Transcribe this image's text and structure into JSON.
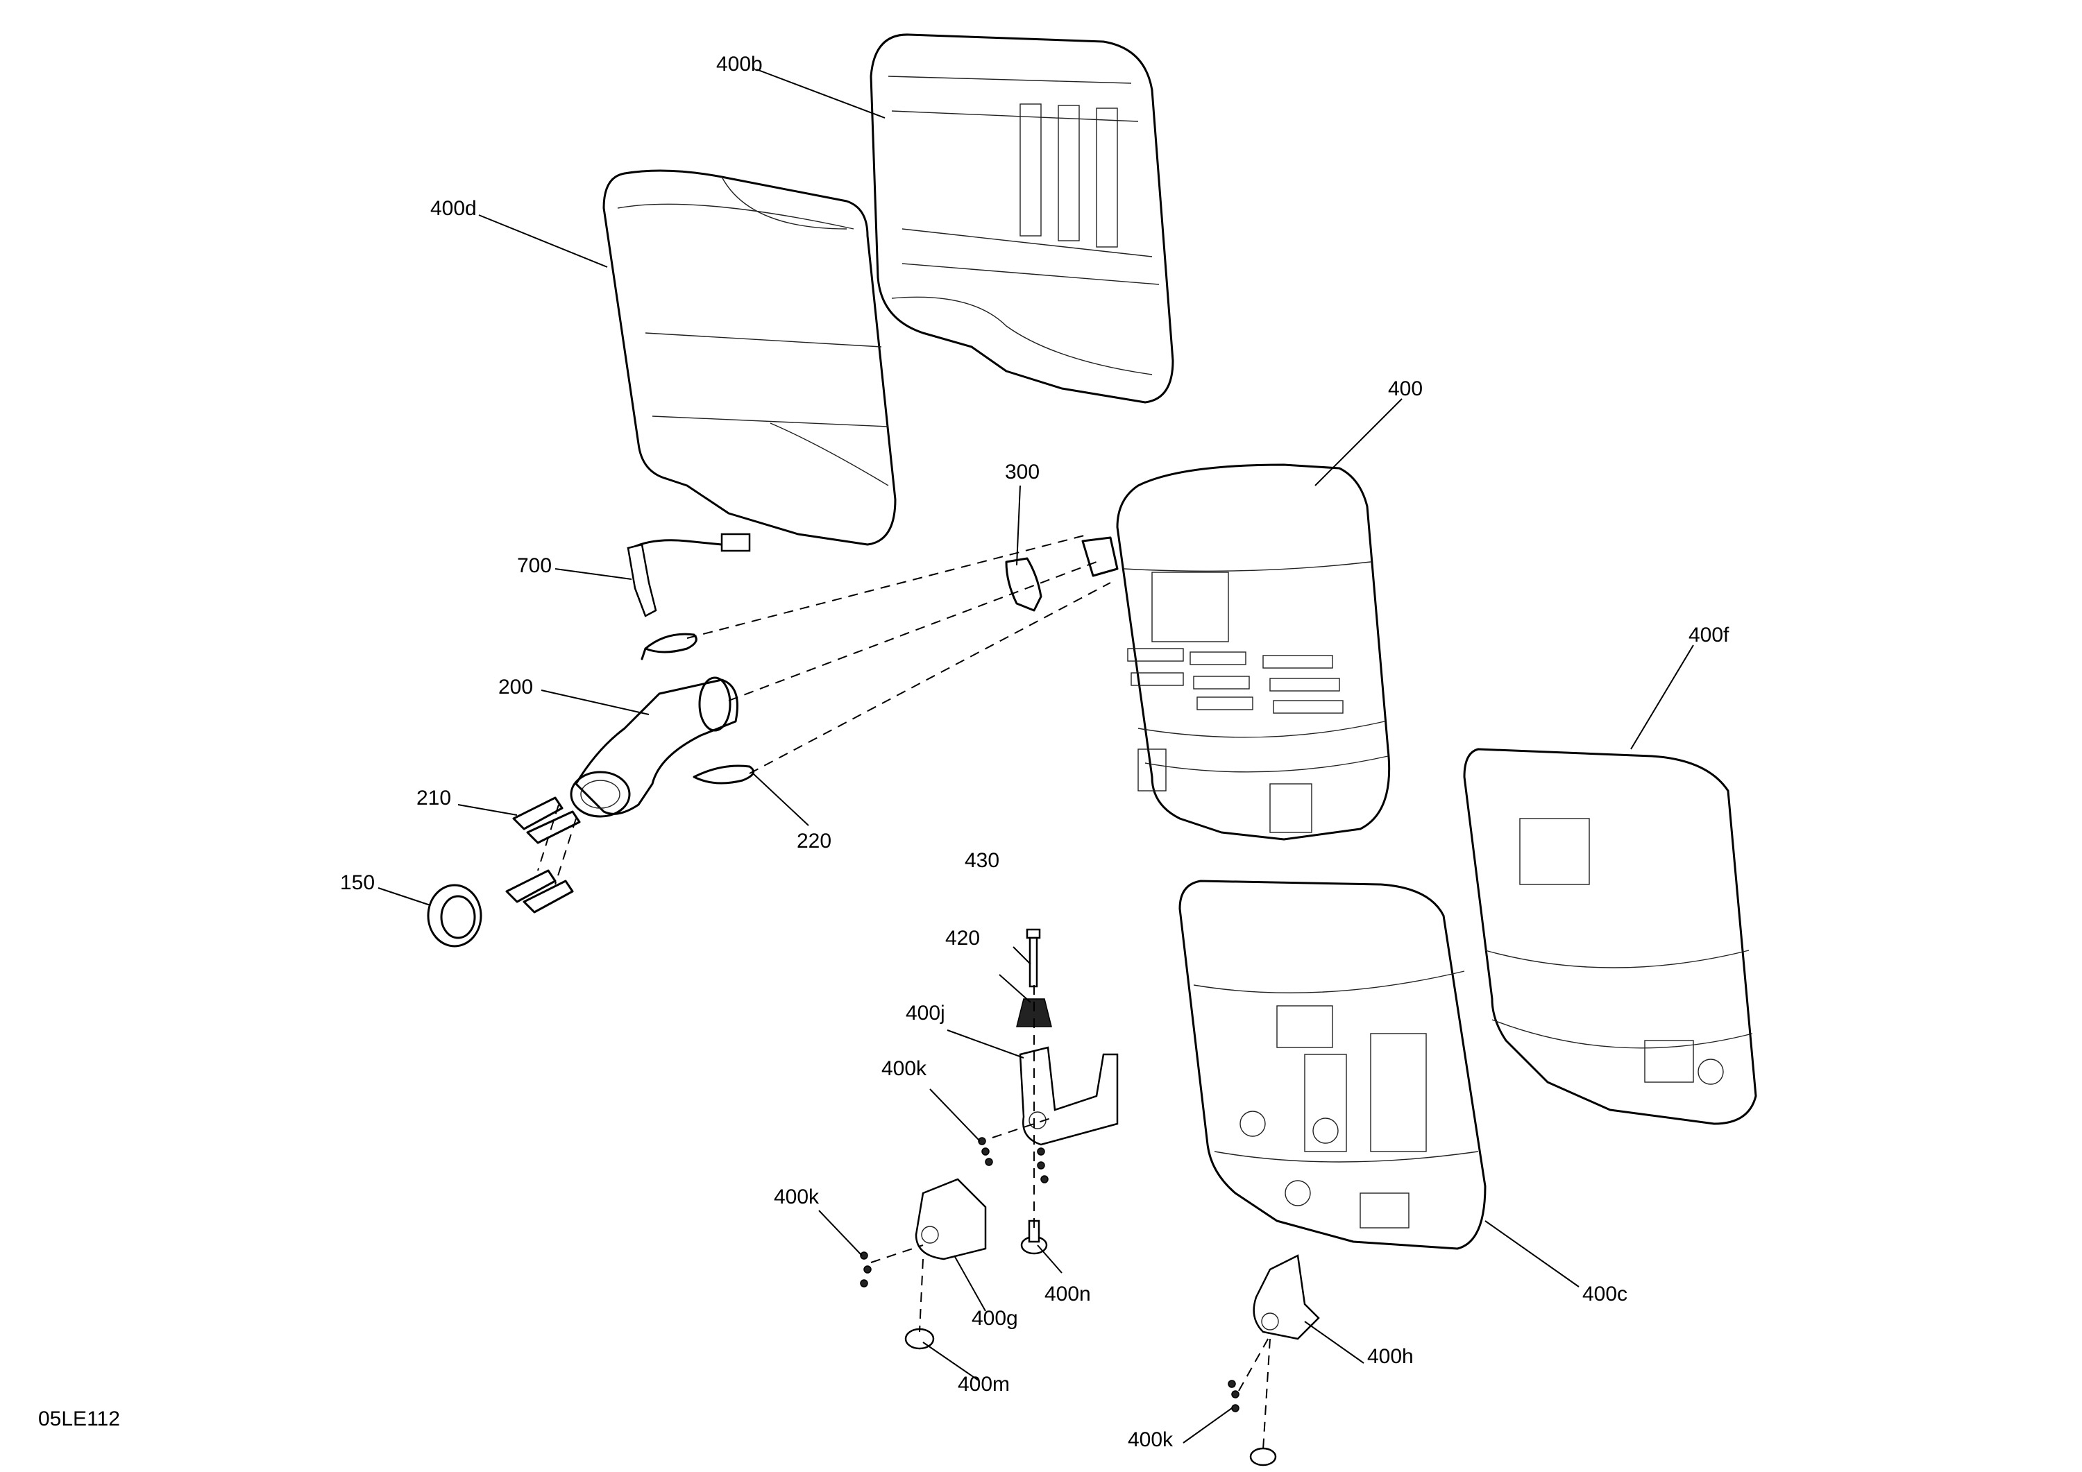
{
  "figure_code": "05LE112",
  "callouts": {
    "c400b": "400b",
    "c400d": "400d",
    "c400": "400",
    "c300": "300",
    "c700": "700",
    "c200": "200",
    "c210": "210",
    "c150": "150",
    "c220": "220",
    "c400f": "400f",
    "c430": "430",
    "c420": "420",
    "c400j": "400j",
    "c400k_1": "400k",
    "c400k_2": "400k",
    "c400k_3": "400k",
    "c400n": "400n",
    "c400g": "400g",
    "c400m": "400m",
    "c400c": "400c",
    "c400h": "400h"
  },
  "colors": {
    "line": "#000000",
    "background": "#ffffff"
  }
}
